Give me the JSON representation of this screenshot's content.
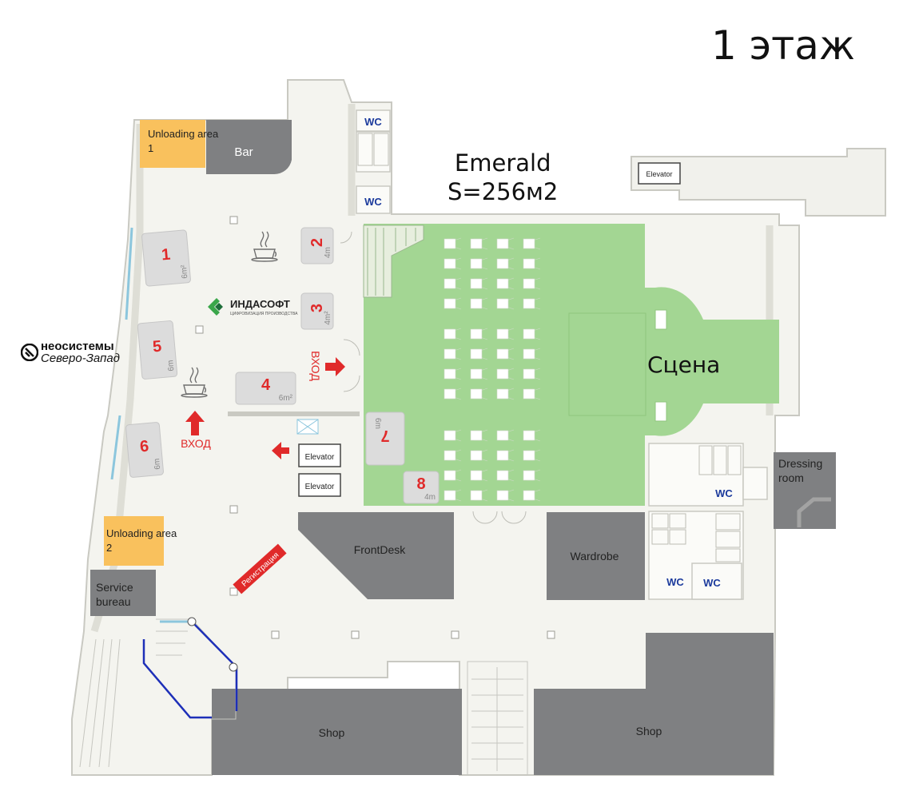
{
  "title": "1 этаж",
  "hall": {
    "name": "Emerald",
    "area": "S=256м2"
  },
  "stage_label": "Сцена",
  "rooms": {
    "unloading1": "Unloading area 1",
    "unloading2": "Unloading area 2",
    "bar": "Bar",
    "service_bureau": "Service bureau",
    "front_desk": "FrontDesk",
    "wardrobe": "Wardrobe",
    "dressing_room": "Dressing room",
    "shop": "Shop",
    "elevator": "Elevator",
    "wc": "WC"
  },
  "entrance_label": "ВХОД",
  "registration_label": "Регистрация",
  "booths": [
    {
      "num": "1",
      "size": "6m²"
    },
    {
      "num": "2",
      "size": "4m"
    },
    {
      "num": "3",
      "size": "4m²"
    },
    {
      "num": "4",
      "size": "6m²"
    },
    {
      "num": "5",
      "size": "6m"
    },
    {
      "num": "6",
      "size": "6m"
    },
    {
      "num": "7",
      "size": "6m"
    },
    {
      "num": "8",
      "size": "4m"
    }
  ],
  "logos": {
    "neo_line1": "неосистемы",
    "neo_line2": "Северо-Запад",
    "inda_name": "ИНДАСОФТ",
    "inda_sub": "ЦИФРОВИЗАЦИЯ ПРОИЗВОДСТВА"
  },
  "colors": {
    "hall_green": "#a3d693",
    "unloading": "#f9c15d",
    "room_dark": "#7f8082",
    "booth": "#dcdcdc",
    "number_red": "#e02a2a",
    "wc_blue": "#1b3a9c",
    "wall": "#e3e3dc"
  }
}
